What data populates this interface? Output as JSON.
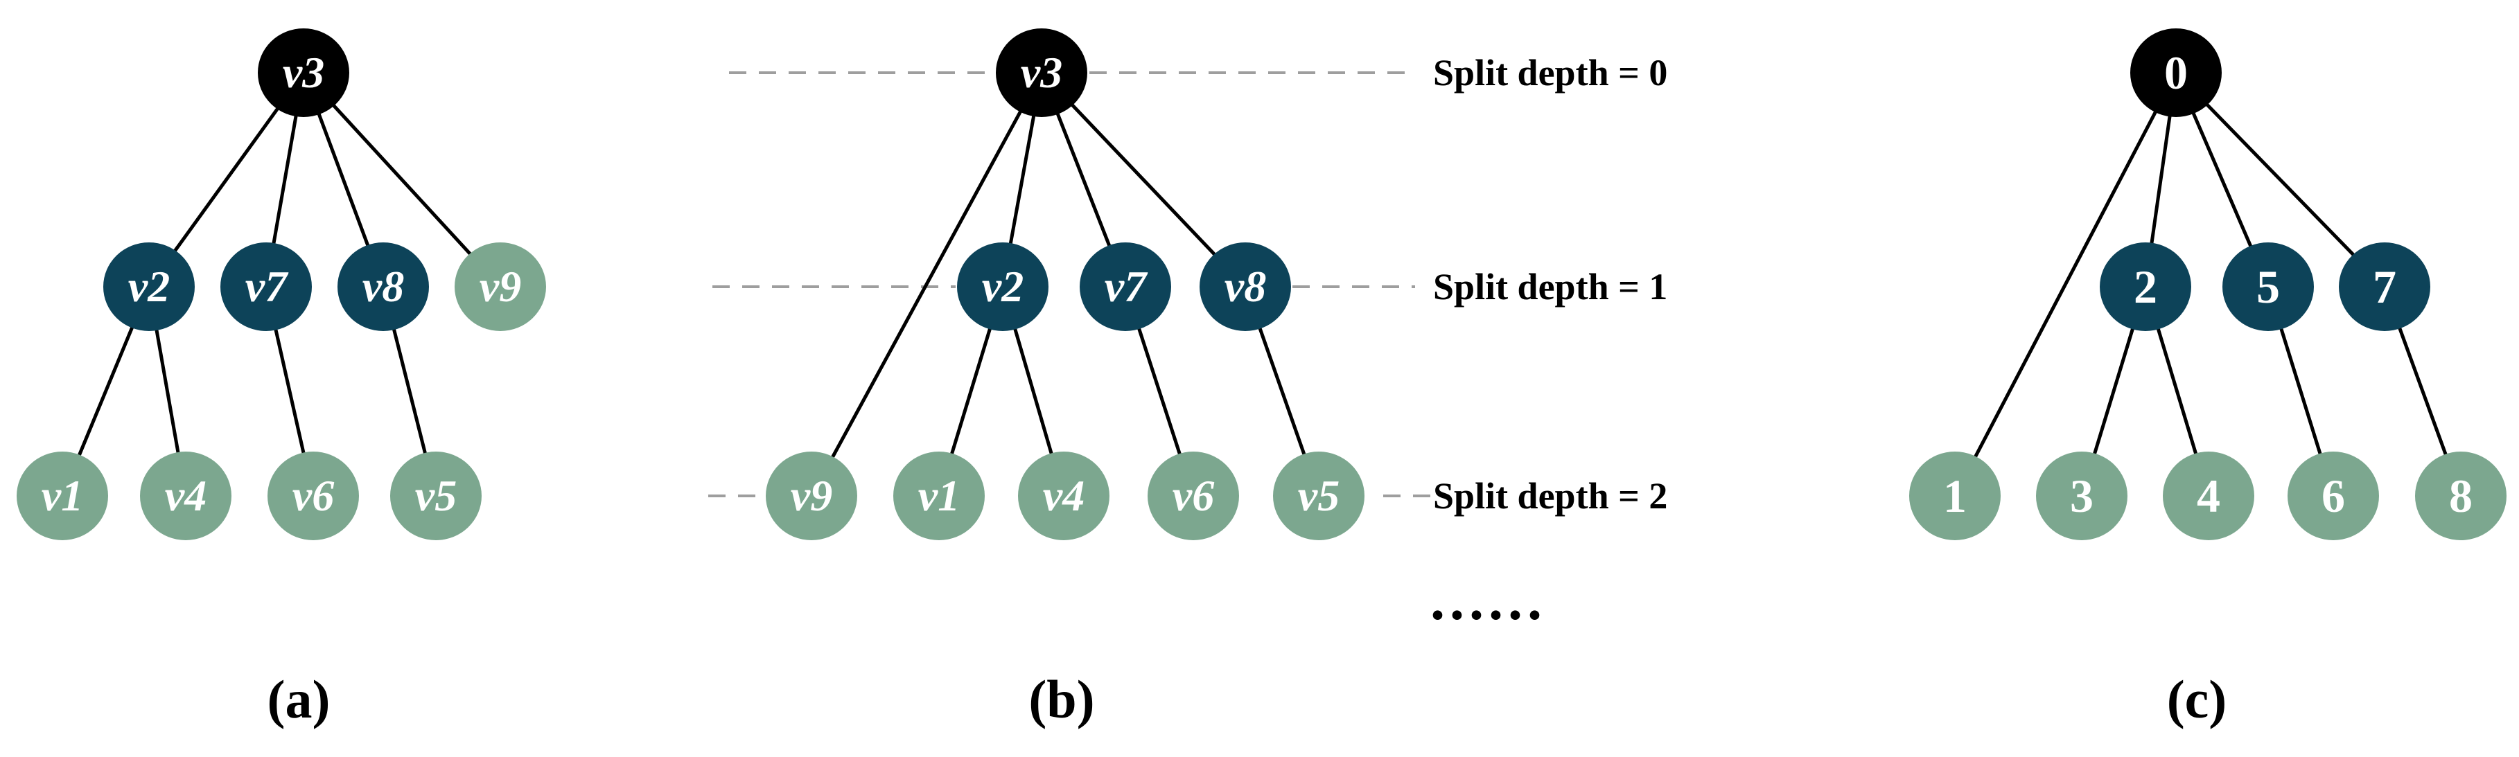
{
  "colors": {
    "background": "#FFFFFF",
    "root_node_fill": "#000000",
    "internal_node_fill": "#0D4359",
    "leaf_node_fill": "#7CA78F",
    "node_text": "#FFFFFF",
    "edge_stroke": "#000000",
    "split_depth_dashed_line": "#9E9E9E",
    "label_text": "#000000"
  },
  "panels": [
    {
      "caption": "(a)",
      "type": "tree",
      "nodes": [
        {
          "label": "v3",
          "role": "root",
          "depth": 0
        },
        {
          "label": "v2",
          "role": "internal",
          "depth": 1
        },
        {
          "label": "v7",
          "role": "internal",
          "depth": 1
        },
        {
          "label": "v8",
          "role": "internal",
          "depth": 1
        },
        {
          "label": "v9",
          "role": "leaf",
          "depth": 1
        },
        {
          "label": "v1",
          "role": "leaf",
          "depth": 2
        },
        {
          "label": "v4",
          "role": "leaf",
          "depth": 2
        },
        {
          "label": "v6",
          "role": "leaf",
          "depth": 2
        },
        {
          "label": "v5",
          "role": "leaf",
          "depth": 2
        }
      ],
      "edges": [
        [
          "v3",
          "v2"
        ],
        [
          "v3",
          "v7"
        ],
        [
          "v3",
          "v8"
        ],
        [
          "v3",
          "v9"
        ],
        [
          "v2",
          "v1"
        ],
        [
          "v2",
          "v4"
        ],
        [
          "v7",
          "v6"
        ],
        [
          "v8",
          "v5"
        ]
      ]
    },
    {
      "caption": "(b)",
      "type": "tree",
      "nodes": [
        {
          "label": "v3",
          "role": "root",
          "depth": 0
        },
        {
          "label": "v2",
          "role": "internal",
          "depth": 1
        },
        {
          "label": "v7",
          "role": "internal",
          "depth": 1
        },
        {
          "label": "v8",
          "role": "internal",
          "depth": 1
        },
        {
          "label": "v9",
          "role": "leaf",
          "depth": 2
        },
        {
          "label": "v1",
          "role": "leaf",
          "depth": 2
        },
        {
          "label": "v4",
          "role": "leaf",
          "depth": 2
        },
        {
          "label": "v6",
          "role": "leaf",
          "depth": 2
        },
        {
          "label": "v5",
          "role": "leaf",
          "depth": 2
        }
      ],
      "edges": [
        [
          "v3",
          "v2"
        ],
        [
          "v3",
          "v7"
        ],
        [
          "v3",
          "v8"
        ],
        [
          "v3",
          "v9"
        ],
        [
          "v2",
          "v1"
        ],
        [
          "v2",
          "v4"
        ],
        [
          "v7",
          "v6"
        ],
        [
          "v8",
          "v5"
        ]
      ],
      "depth_labels": [
        "Split depth = 0",
        "Split depth = 1",
        "Split depth = 2"
      ],
      "ellipsis": "......"
    },
    {
      "caption": "(c)",
      "type": "tree",
      "nodes": [
        {
          "label": "0",
          "role": "root",
          "depth": 0
        },
        {
          "label": "2",
          "role": "internal",
          "depth": 1
        },
        {
          "label": "5",
          "role": "internal",
          "depth": 1
        },
        {
          "label": "7",
          "role": "internal",
          "depth": 1
        },
        {
          "label": "1",
          "role": "leaf",
          "depth": 2
        },
        {
          "label": "3",
          "role": "leaf",
          "depth": 2
        },
        {
          "label": "4",
          "role": "leaf",
          "depth": 2
        },
        {
          "label": "6",
          "role": "leaf",
          "depth": 2
        },
        {
          "label": "8",
          "role": "leaf",
          "depth": 2
        }
      ],
      "edges": [
        [
          "0",
          "1"
        ],
        [
          "0",
          "2"
        ],
        [
          "0",
          "5"
        ],
        [
          "0",
          "7"
        ],
        [
          "2",
          "3"
        ],
        [
          "2",
          "4"
        ],
        [
          "5",
          "6"
        ],
        [
          "7",
          "8"
        ]
      ]
    }
  ]
}
